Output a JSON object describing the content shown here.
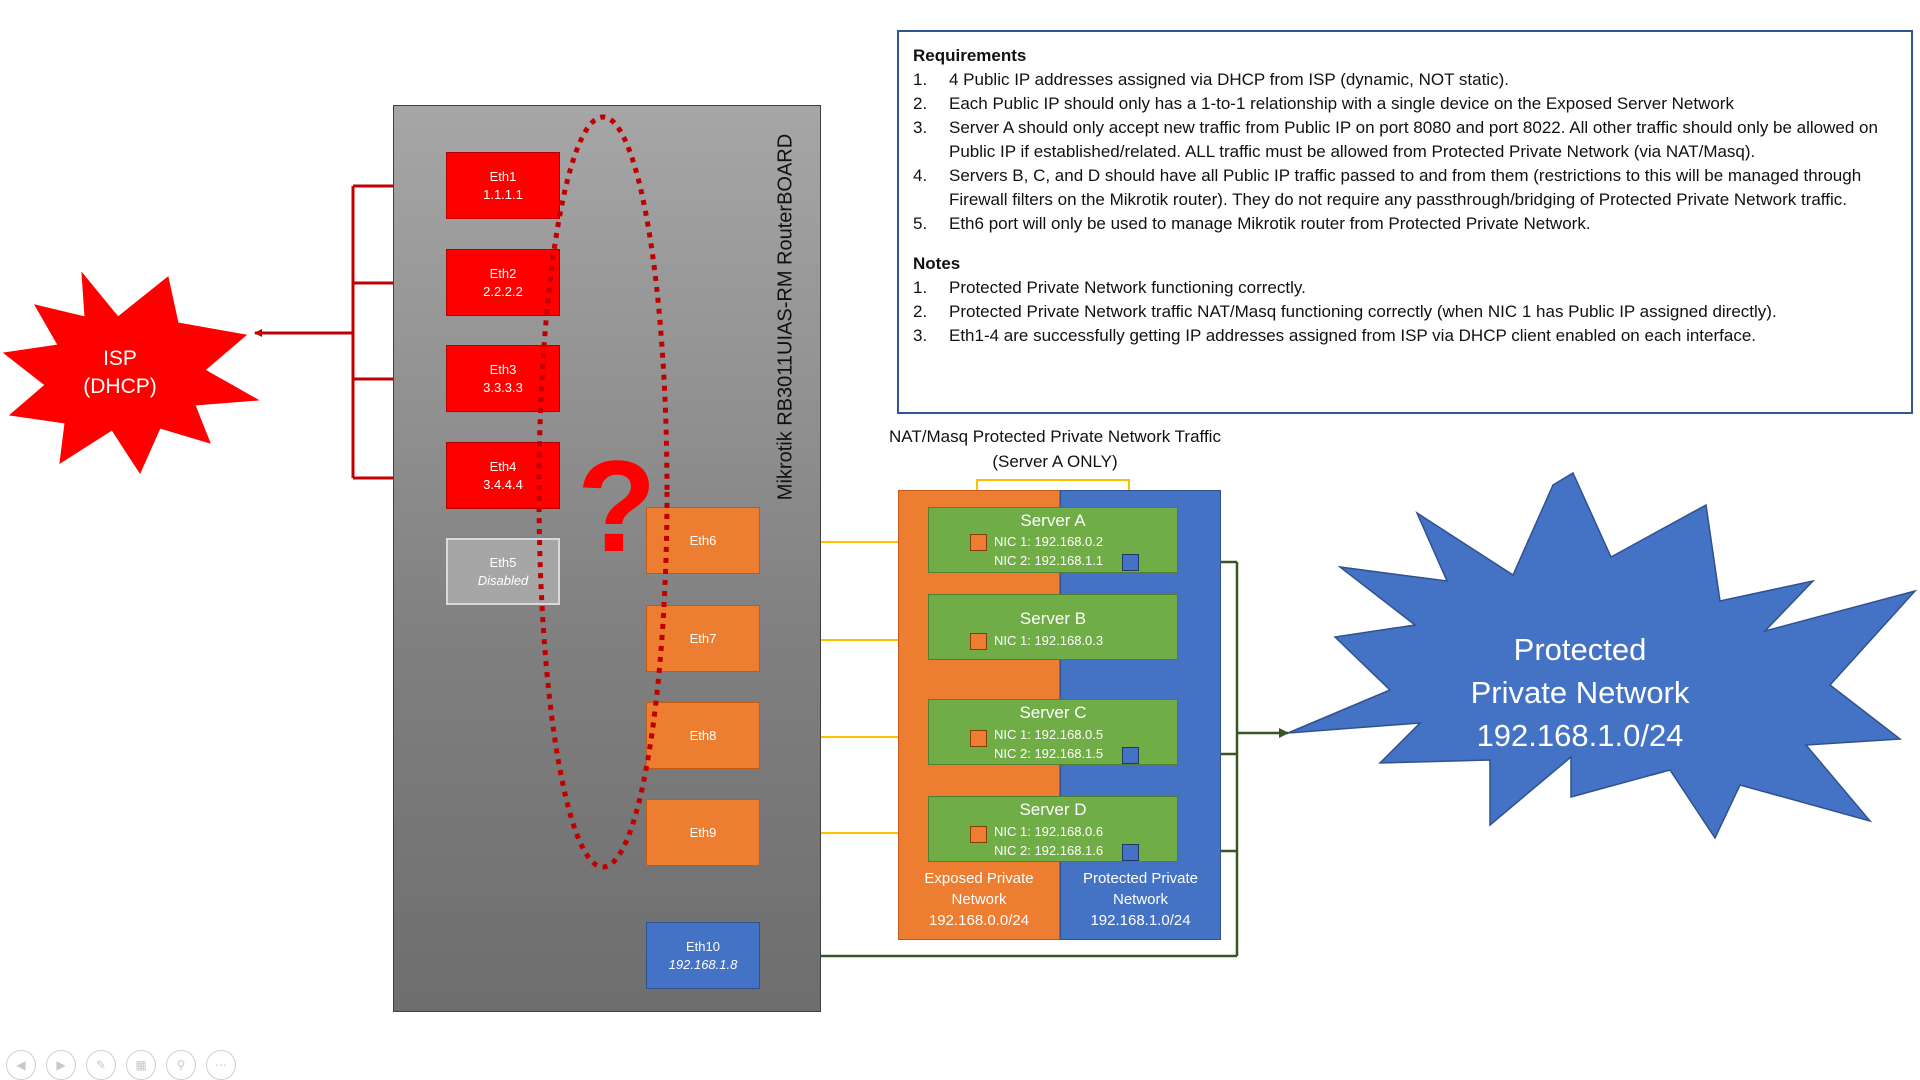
{
  "router": {
    "title": "Mikrotik RB3011UIAS-RM RouterBOARD",
    "ports": [
      {
        "name": "Eth1",
        "sub": "1.1.1.1"
      },
      {
        "name": "Eth2",
        "sub": "2.2.2.2"
      },
      {
        "name": "Eth3",
        "sub": "3.3.3.3"
      },
      {
        "name": "Eth4",
        "sub": "3.4.4.4"
      },
      {
        "name": "Eth5",
        "sub": "Disabled"
      },
      {
        "name": "Eth6",
        "sub": ""
      },
      {
        "name": "Eth7",
        "sub": ""
      },
      {
        "name": "Eth8",
        "sub": ""
      },
      {
        "name": "Eth9",
        "sub": ""
      },
      {
        "name": "Eth10",
        "sub": "192.168.1.8"
      }
    ],
    "question_mark": "?"
  },
  "isp": {
    "line1": "ISP",
    "line2": "(DHCP)"
  },
  "requirements": {
    "heading": "Requirements",
    "items": [
      {
        "n": "1.",
        "text": "4 Public IP addresses assigned via DHCP from ISP (dynamic, NOT static)."
      },
      {
        "n": "2.",
        "text": "Each Public IP should only has a 1-to-1 relationship with a single device on the Exposed Server Network"
      },
      {
        "n": "3.",
        "text": "Server A should only accept new traffic from Public IP on port 8080 and port 8022. All other traffic should only be allowed on Public IP if established/related. ALL traffic must be allowed from Protected Private Network (via NAT/Masq)."
      },
      {
        "n": "4.",
        "text": "Servers B, C, and D should have all Public IP traffic passed to and from them (restrictions to this will be managed through Firewall filters on the Mikrotik router). They do not require any passthrough/bridging of Protected Private Network traffic."
      },
      {
        "n": "5.",
        "text": "Eth6 port will only be used to manage Mikrotik router from Protected Private Network."
      }
    ]
  },
  "notes": {
    "heading": "Notes",
    "items": [
      {
        "n": "1.",
        "text": "Protected Private Network functioning correctly."
      },
      {
        "n": "2.",
        "text": "Protected Private Network traffic NAT/Masq functioning correctly (when NIC 1 has Public IP assigned directly)."
      },
      {
        "n": "3.",
        "text": "Eth1-4 are successfully getting IP addresses assigned from ISP via DHCP client enabled on each interface."
      }
    ]
  },
  "nat_caption": {
    "line1": "NAT/Masq Protected Private Network Traffic",
    "line2": "(Server A ONLY)"
  },
  "servers": [
    {
      "name": "Server A",
      "nic1": "NIC 1: 192.168.0.2",
      "nic2": "NIC 2: 192.168.1.1"
    },
    {
      "name": "Server B",
      "nic1": "NIC 1: 192.168.0.3",
      "nic2": ""
    },
    {
      "name": "Server C",
      "nic1": "NIC 1: 192.168.0.5",
      "nic2": "NIC 2: 192.168.1.5"
    },
    {
      "name": "Server D",
      "nic1": "NIC 1: 192.168.0.6",
      "nic2": "NIC 2: 192.168.1.6"
    }
  ],
  "zones": {
    "exposed": {
      "line1": "Exposed Private",
      "line2": "Network",
      "line3": "192.168.0.0/24"
    },
    "protected": {
      "line1": "Protected Private",
      "line2": "Network",
      "line3": "192.168.1.0/24"
    }
  },
  "cloud": {
    "line1": "Protected",
    "line2": "Private Network",
    "line3": "192.168.1.0/24"
  },
  "colors": {
    "public_port": "#ff0000",
    "exposed": "#ed7d31",
    "protected": "#4472c4",
    "server": "#70ad47",
    "link_yellow": "#ffc000",
    "link_green": "#375623",
    "isp_link": "#c00000"
  },
  "controls": {
    "icons": [
      "prev-slide-icon",
      "next-slide-icon",
      "pen-icon",
      "slides-grid-icon",
      "zoom-icon",
      "more-options-icon"
    ]
  }
}
